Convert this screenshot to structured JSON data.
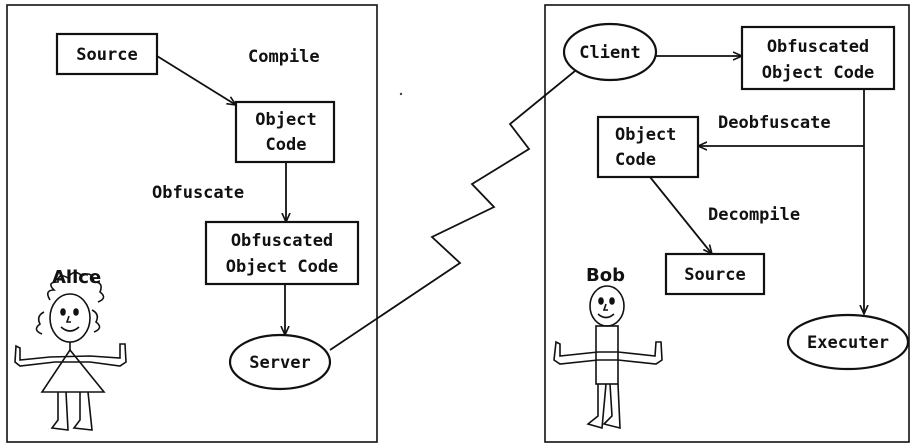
{
  "colors": {
    "ink": "#111111",
    "background": "#ffffff"
  },
  "left_panel": {
    "source": "Source",
    "compile": "Compile",
    "object_code_1": "Object",
    "object_code_2": "Code",
    "obfuscate": "Obfuscate",
    "obfuscated_1": "Obfuscated",
    "obfuscated_2": "Object Code",
    "server": "Server",
    "alice": "Alice"
  },
  "right_panel": {
    "client": "Client",
    "obfuscated_1": "Obfuscated",
    "obfuscated_2": "Object Code",
    "deobfuscate": "Deobfuscate",
    "object_code_1": "Object",
    "object_code_2": "Code",
    "decompile": "Decompile",
    "source": "Source",
    "bob": "Bob",
    "executer": "Executer"
  }
}
